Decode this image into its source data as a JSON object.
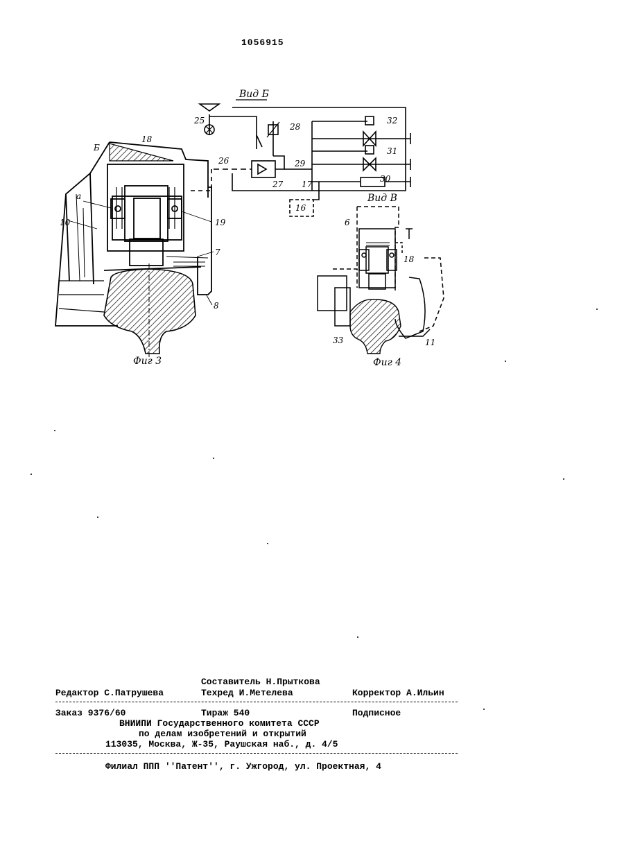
{
  "header": {
    "page_number": "1056915"
  },
  "figures": {
    "view_b_title": "Вид Б",
    "view_v_title": "Вид В",
    "fig3_caption": "Фиг 3",
    "fig4_caption": "Фиг 4",
    "labels_fig3": [
      "Б",
      "18",
      "а",
      "10",
      "19",
      "7",
      "8"
    ],
    "labels_schematic": [
      "25",
      "28",
      "32",
      "31",
      "26",
      "29",
      "30",
      "27",
      "17",
      "16"
    ],
    "labels_fig4": [
      "6",
      "18",
      "33",
      "11"
    ]
  },
  "imprint": {
    "compiler": "Составитель Н.Прыткова",
    "editor": "Редактор С.Патрушева",
    "techred": "Техред И.Метелева",
    "corrector": "Корректор А.Ильин",
    "order": "Заказ 9376/60",
    "circulation": "Тираж 540",
    "subscription": "Подписное",
    "org_line1": "ВНИИПИ Государственного комитета СССР",
    "org_line2": "по делам изобретений и открытий",
    "address": "113035, Москва, Ж-35, Раушская наб., д. 4/5",
    "branch": "Филиал ППП ''Патент'', г. Ужгород, ул. Проектная, 4"
  }
}
